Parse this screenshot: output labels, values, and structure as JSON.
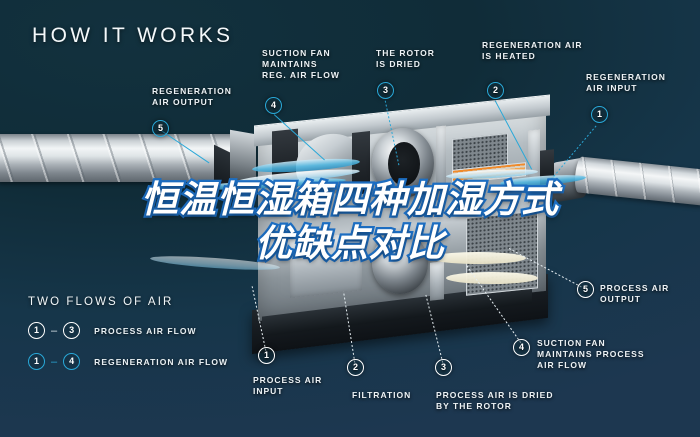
{
  "page": {
    "title": "HOW IT WORKS",
    "accent_color": "#29a8d8",
    "background_color": "#12303c",
    "overlay_outline_color": "#1d6fc4"
  },
  "overlay": {
    "line1": "恒温恒湿箱四种加湿方式",
    "line2": "优缺点对比"
  },
  "callouts_top": [
    {
      "number": "5",
      "label": "REGENERATION\nAIR OUTPUT",
      "style": "accent"
    },
    {
      "number": "4",
      "label": "SUCTION FAN\nMAINTAINS\nREG. AIR FLOW",
      "style": "accent"
    },
    {
      "number": "3",
      "label": "THE ROTOR\nIS DRIED",
      "style": "accent"
    },
    {
      "number": "2",
      "label": "REGENERATION AIR\nIS HEATED",
      "style": "accent"
    },
    {
      "number": "1",
      "label": "REGENERATION\nAIR INPUT",
      "style": "accent"
    }
  ],
  "callouts_bottom": [
    {
      "number": "1",
      "label": "PROCESS AIR\nINPUT",
      "style": "white"
    },
    {
      "number": "2",
      "label": "FILTRATION",
      "style": "white"
    },
    {
      "number": "3",
      "label": "PROCESS AIR IS DRIED\nBY THE ROTOR",
      "style": "white"
    },
    {
      "number": "4",
      "label": "SUCTION FAN\nMAINTAINS PROCESS\nAIR FLOW",
      "style": "white"
    },
    {
      "number": "5",
      "label": "PROCESS AIR\nOUTPUT",
      "style": "white"
    }
  ],
  "legend": {
    "title": "TWO FLOWS OF AIR",
    "rows": [
      {
        "from": "1",
        "dash": "–",
        "to": "3",
        "label": "PROCESS AIR FLOW",
        "style": "white"
      },
      {
        "from": "1",
        "dash": "–",
        "to": "4",
        "label": "REGENERATION AIR FLOW",
        "style": "accent"
      }
    ]
  }
}
